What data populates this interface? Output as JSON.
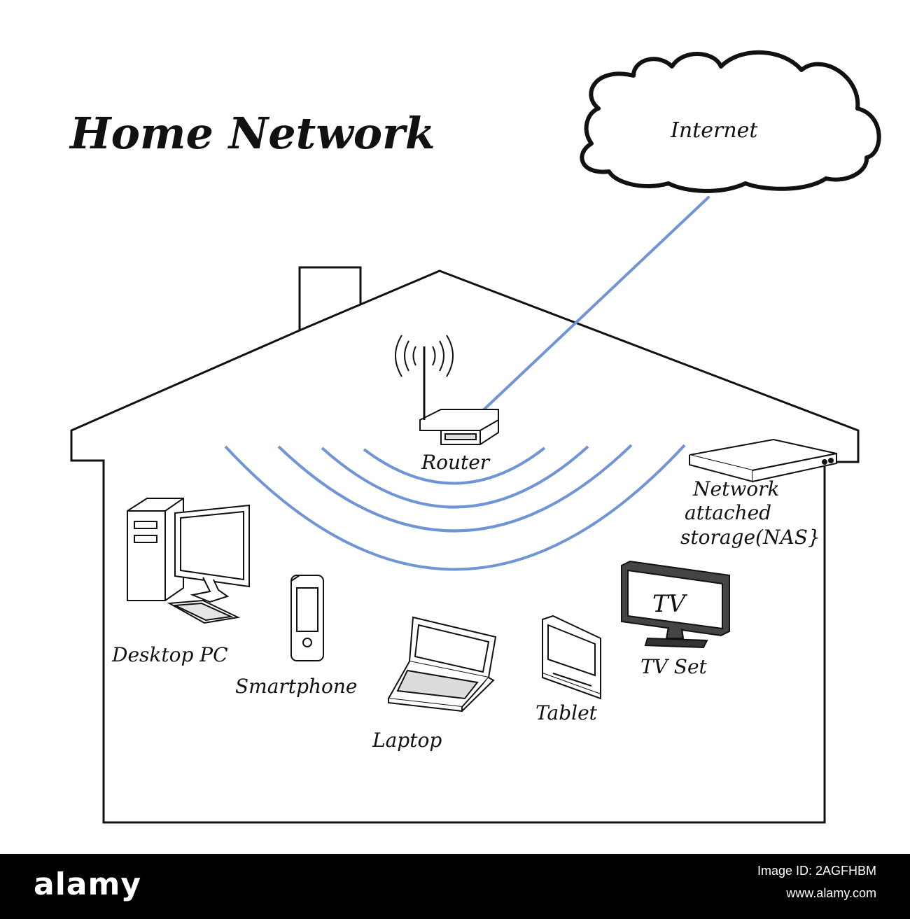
{
  "diagram": {
    "title": "Home Network",
    "cloud_label": "Internet",
    "hub_label": "Router",
    "devices": [
      {
        "id": "desktop",
        "label": "Desktop PC",
        "icon": "desktop-pc-icon"
      },
      {
        "id": "smartphone",
        "label": "Smartphone",
        "icon": "smartphone-icon"
      },
      {
        "id": "laptop",
        "label": "Laptop",
        "icon": "laptop-icon"
      },
      {
        "id": "tablet",
        "label": "Tablet",
        "icon": "tablet-icon"
      },
      {
        "id": "tvset",
        "label": "TV Set",
        "icon": "tv-icon",
        "screen_text": "TV"
      },
      {
        "id": "nas",
        "label_lines": [
          "Network",
          "attached",
          "storage(NAS}"
        ],
        "icon": "nas-icon"
      }
    ],
    "link_color": "#6f95d6",
    "line_color": "#111111"
  },
  "watermark": {
    "brand": "alamy",
    "image_id": "Image ID: 2AGFHBM",
    "site": "www.alamy.com",
    "background": "#000000"
  }
}
